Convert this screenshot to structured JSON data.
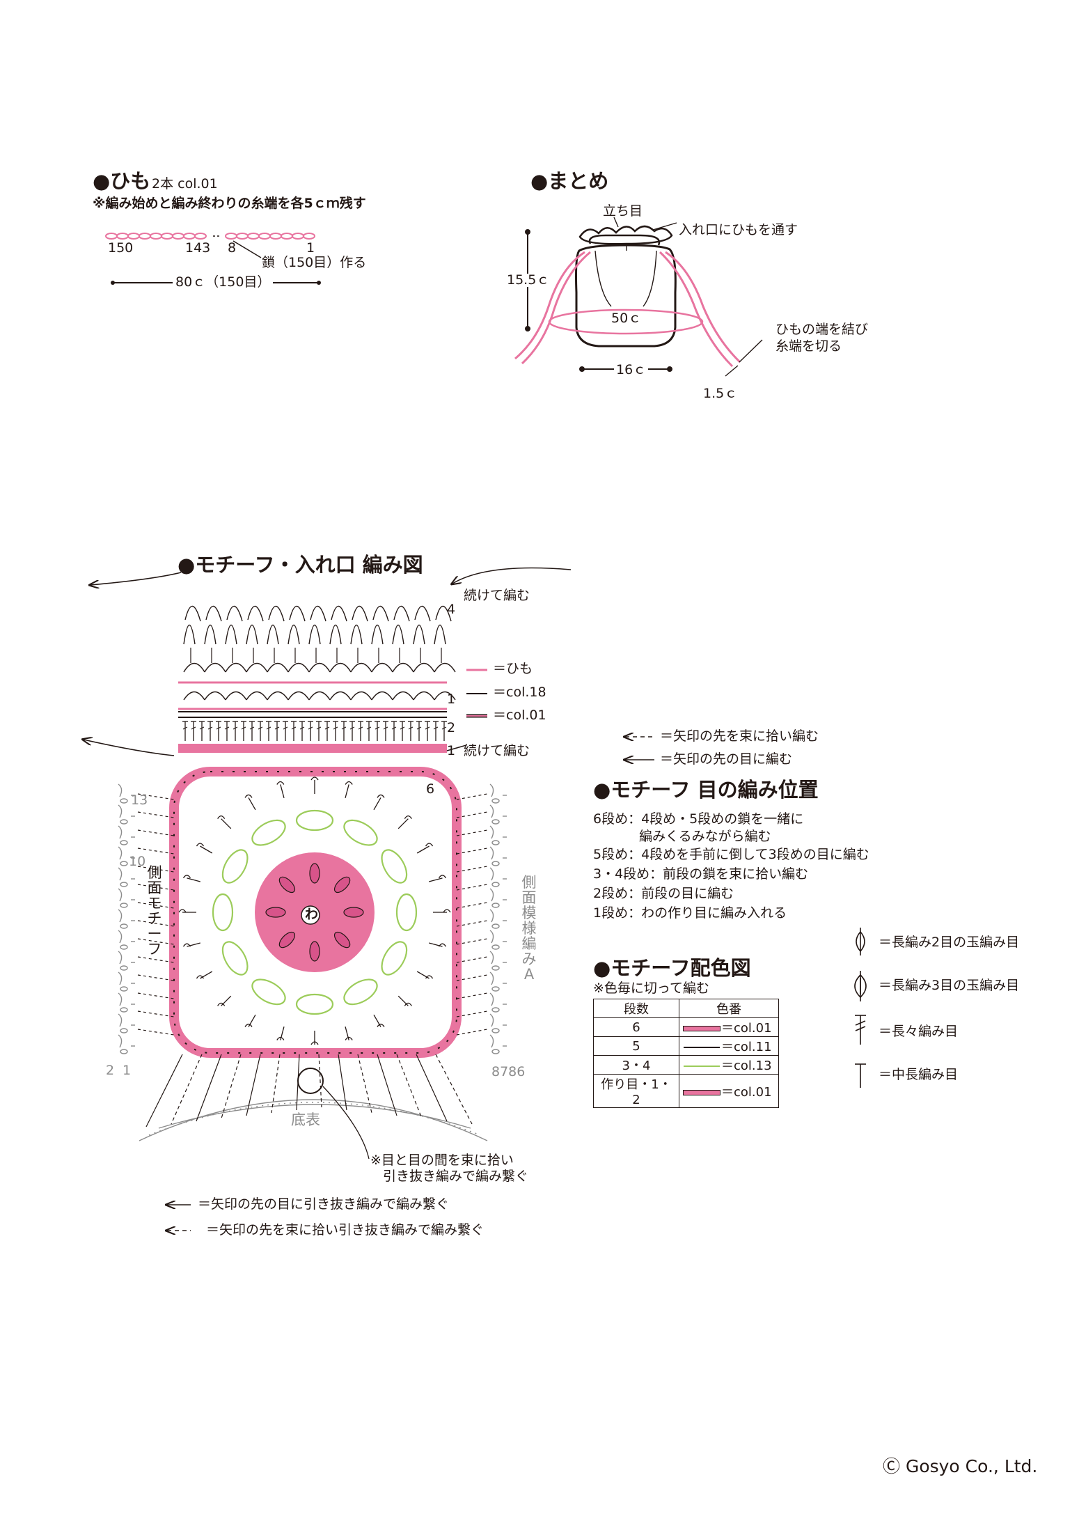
{
  "himo": {
    "title": "●ひも",
    "sub": "2本 col.01",
    "note": "※編み始めと編み終わりの糸端を各5ｃｍ残す",
    "labels": [
      "150",
      "143",
      "8",
      "1"
    ],
    "chain_label": "鎖（150目）作る",
    "length": "80ｃ（150目）"
  },
  "matome": {
    "title": "●まとめ",
    "tachime": "立ち目",
    "toosu": "入れ口にひもを通す",
    "height": "15.5ｃ",
    "circ": "50ｃ",
    "musubu1": "ひもの端を結び",
    "musubu2": "糸端を切る",
    "width": "16ｃ",
    "end": "1.5ｃ"
  },
  "chart": {
    "title": "●モチーフ・入れ口 編み図",
    "tsuzuke1": "続けて編む",
    "tsuzuke2": "続けて編む",
    "row4": "4",
    "row1a": "1",
    "row2": "2",
    "row1b": "1",
    "legend_himo": "＝ひも",
    "legend_col18": "＝col.18",
    "legend_col01": "＝col.01",
    "side_left": [
      "側",
      "面",
      "モ",
      "チ",
      "ー",
      "フ"
    ],
    "side_right": [
      "側",
      "面",
      "模",
      "様",
      "編",
      "み",
      "A"
    ],
    "n13": "13",
    "n10": "10",
    "n2": "2",
    "n1": "1",
    "n8786": "8786",
    "n6": "6",
    "wa": "わ",
    "sokohyo": "底表",
    "note1": "※目と目の間を束に拾い",
    "note2": "引き抜き編みで編み繋ぐ",
    "leg_arrow1": "＝矢印の先の目に引き抜き編みで編み繋ぐ",
    "leg_arrow2": "＝矢印の先を束に拾い引き抜き編みで編み繋ぐ"
  },
  "arrows": {
    "dashed": "＝矢印の先を束に拾い編む",
    "solid": "＝矢印の先の目に編む"
  },
  "position": {
    "title": "●モチーフ 目の編み位置",
    "lines": [
      "6段め：4段め・5段めの鎖を一緒に",
      "編みくるみながら編む",
      "5段め：4段めを手前に倒して3段めの目に編む",
      "3・4段め：前段の鎖を束に拾い編む",
      "2段め：前段の目に編む",
      "1段め：わの作り目に編み入れる"
    ]
  },
  "color_chart": {
    "title": "●モチーフ配色図",
    "note": "※色毎に切って編む",
    "headers": [
      "段数",
      "色番"
    ],
    "rows": [
      {
        "row": "6",
        "color": "＝col.01",
        "swatch": "#e8749f"
      },
      {
        "row": "5",
        "color": "＝col.11",
        "swatch": "#231815"
      },
      {
        "row": "3・4",
        "color": "＝col.13",
        "swatch": "#9ccc5a"
      },
      {
        "row": "作り目・1・2",
        "color": "＝col.01",
        "swatch": "#e8749f"
      }
    ]
  },
  "symbols": {
    "s1": "＝長編み2目の玉編み目",
    "s2": "＝長編み3目の玉編み目",
    "s3": "＝長々編み目",
    "s4": "＝中長編み目"
  },
  "copyright": "Ⓒ Gosyo Co., Ltd.",
  "colors": {
    "pink": "#e8749f",
    "pink_light": "#f2a6c2",
    "green": "#9ccc5a",
    "ink": "#231815",
    "grey": "#8c8c8c"
  }
}
